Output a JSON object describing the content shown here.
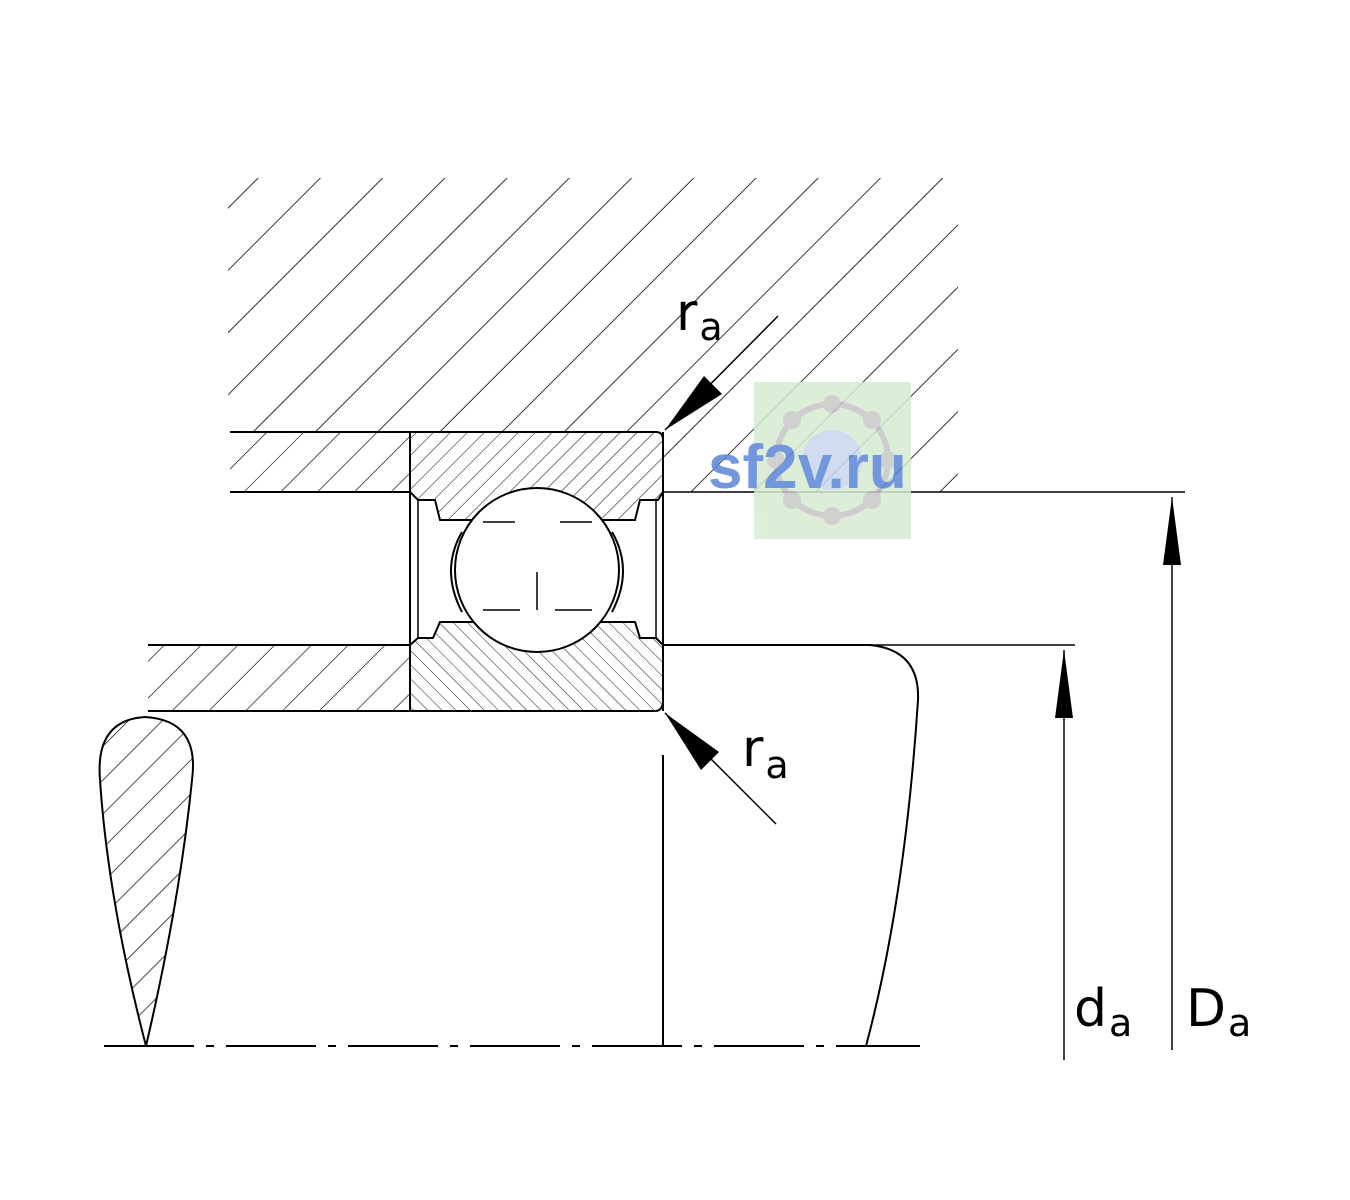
{
  "labels": {
    "ra_top": {
      "symbol": "r",
      "subscript": "a"
    },
    "ra_bottom": {
      "symbol": "r",
      "subscript": "a"
    },
    "da": {
      "symbol": "d",
      "subscript": "a"
    },
    "Da": {
      "symbol": "D",
      "subscript": "a"
    }
  },
  "watermark": {
    "text": "sf2v.ru",
    "text_color": "#5b86d6",
    "logo_color": "#d6ecd2"
  },
  "colors": {
    "line": "#000000",
    "background": "#ffffff"
  }
}
